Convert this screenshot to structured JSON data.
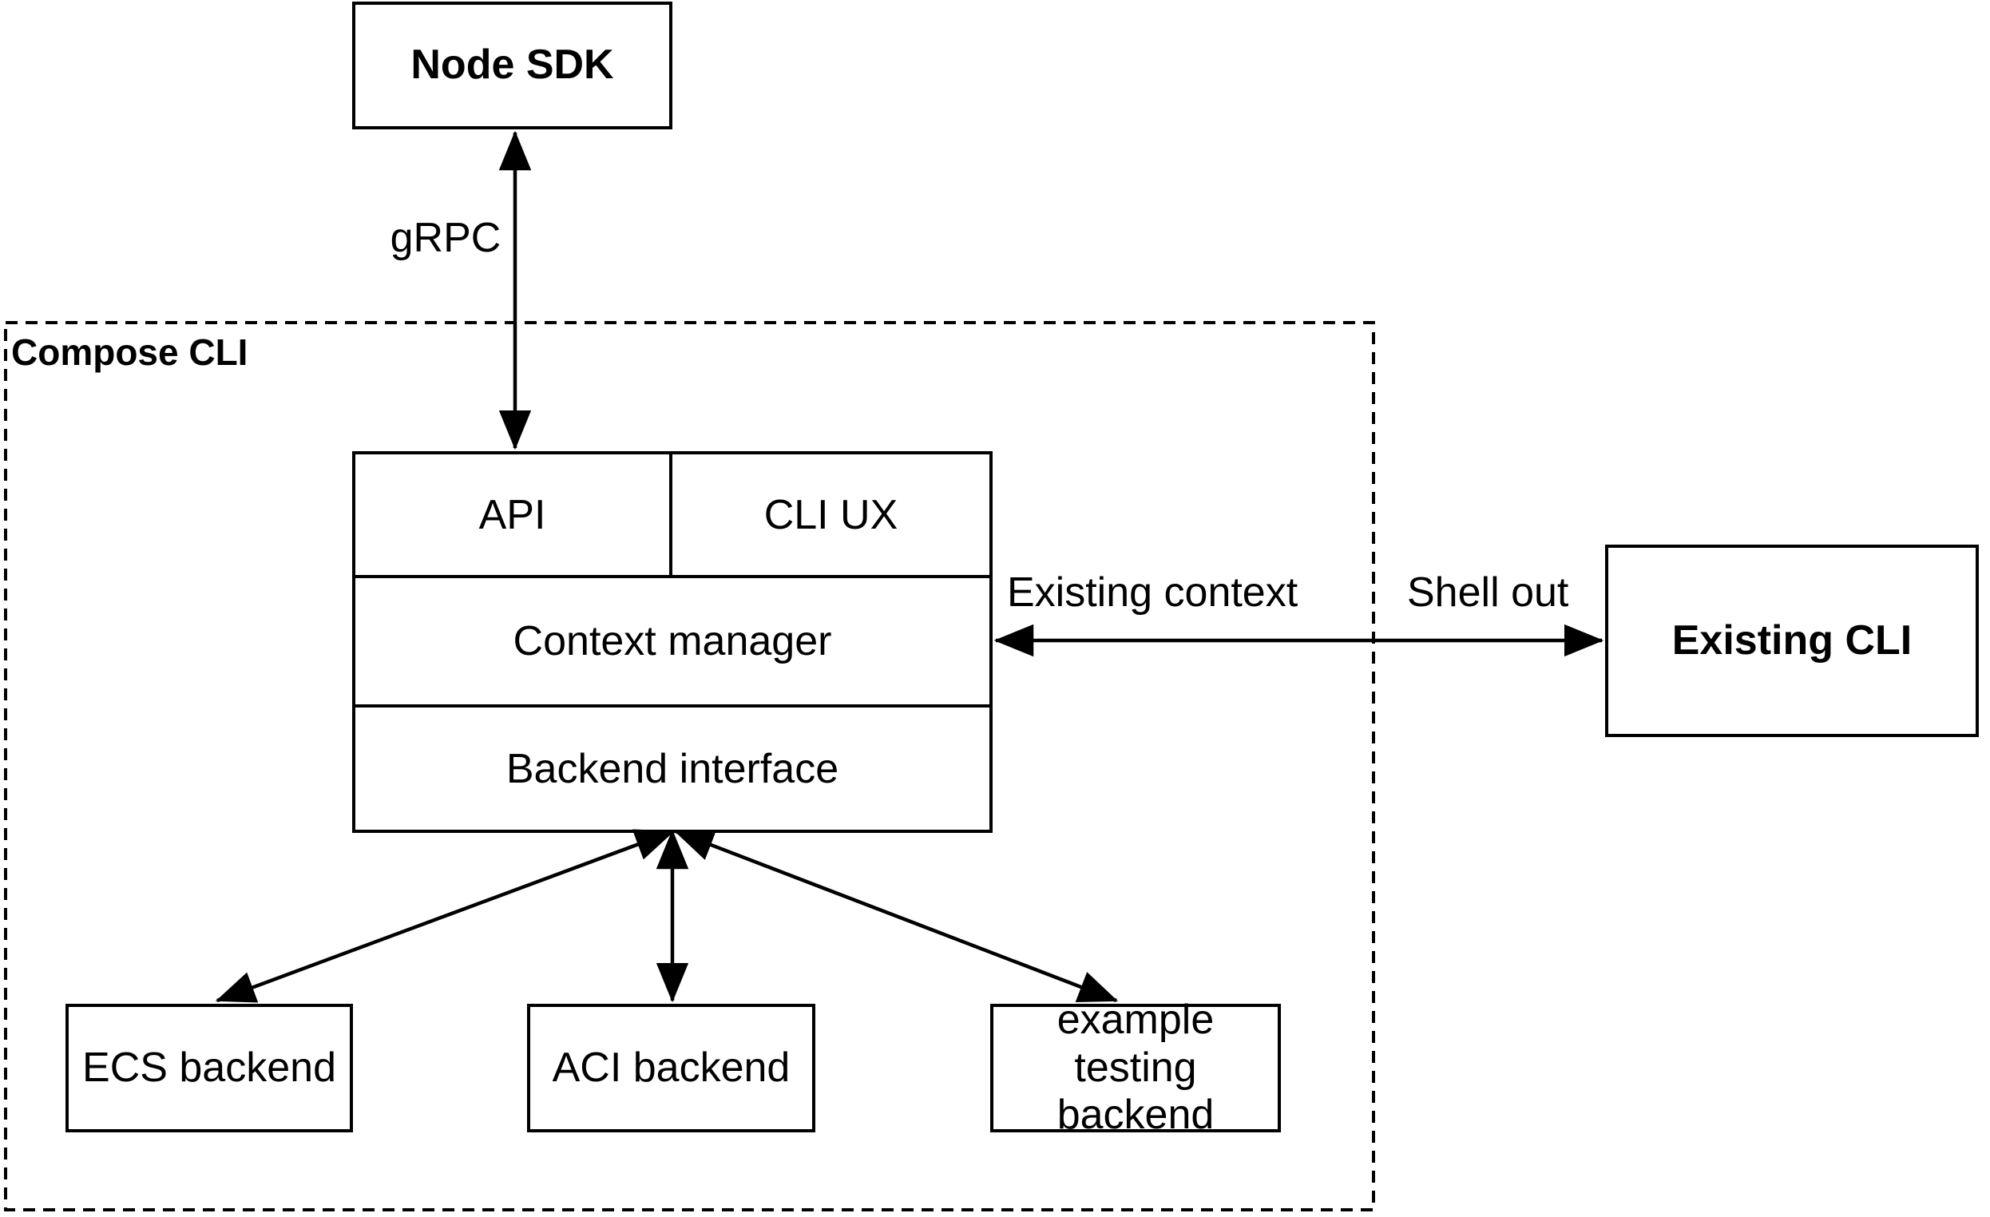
{
  "diagram": {
    "colors": {
      "background": "#ffffff",
      "stroke": "#000000",
      "text": "#000000"
    },
    "nodes": {
      "node_sdk": {
        "label": "Node SDK",
        "style": "bold"
      },
      "compose_cli_container": {
        "label": "Compose CLI",
        "style": "bold dashed-container"
      },
      "cli_stack": {
        "api": {
          "label": "API"
        },
        "cli_ux": {
          "label": "CLI UX"
        },
        "context_manager": {
          "label": "Context manager"
        },
        "backend_interface": {
          "label": "Backend interface"
        }
      },
      "existing_cli": {
        "label": "Existing CLI",
        "style": "bold"
      },
      "ecs_backend": {
        "label": "ECS backend"
      },
      "aci_backend": {
        "label": "ACI backend"
      },
      "example_testing_backend": {
        "label": "example testing backend"
      }
    },
    "edges": [
      {
        "id": "grpc",
        "from": "node_sdk",
        "to": "api",
        "label": "gRPC",
        "direction": "both"
      },
      {
        "id": "context-to-existing-cli",
        "from": "context_manager",
        "to": "existing_cli",
        "labels": [
          "Existing context",
          "Shell out"
        ],
        "direction": "both"
      },
      {
        "id": "backend-to-ecs",
        "from": "backend_interface",
        "to": "ecs_backend",
        "direction": "both"
      },
      {
        "id": "backend-to-aci",
        "from": "backend_interface",
        "to": "aci_backend",
        "direction": "both"
      },
      {
        "id": "backend-to-example",
        "from": "backend_interface",
        "to": "example_testing_backend",
        "direction": "both"
      }
    ]
  }
}
